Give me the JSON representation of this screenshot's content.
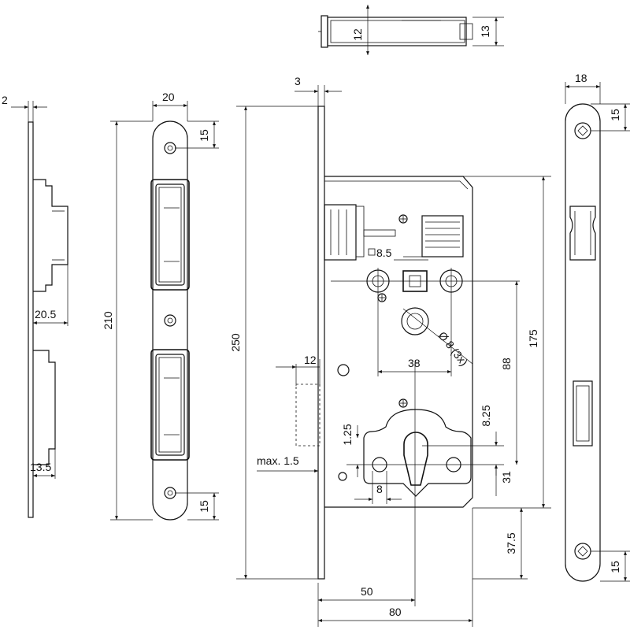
{
  "dimensions": {
    "top_view_height_12": "12",
    "top_view_height_13": "13",
    "side_view_thickness": "2",
    "side_view_width_20_5": "20.5",
    "side_view_width_13_5": "13.5",
    "strike_width": "20",
    "strike_top_offset": "15",
    "strike_bottom_offset": "15",
    "strike_length": "210",
    "faceplate_thickness": "3",
    "faceplate_length": "250",
    "body_length": "175",
    "follower_center_distance": "88",
    "latch_offset": "12",
    "max_offset": "max. 1.5",
    "square_8_5": "8.5",
    "hole_spacing_38": "38",
    "hole_diameter": "Ø 8 (3x)",
    "cylinder_offset_1_25": "1.25",
    "cylinder_offset_8_25": "8.25",
    "cylinder_height_31": "31",
    "cylinder_hole_8": "8",
    "bottom_offset_37_5": "37.5",
    "backset": "50",
    "body_width": "80",
    "front_width": "18",
    "front_top_offset": "15",
    "front_bottom_offset": "15"
  }
}
